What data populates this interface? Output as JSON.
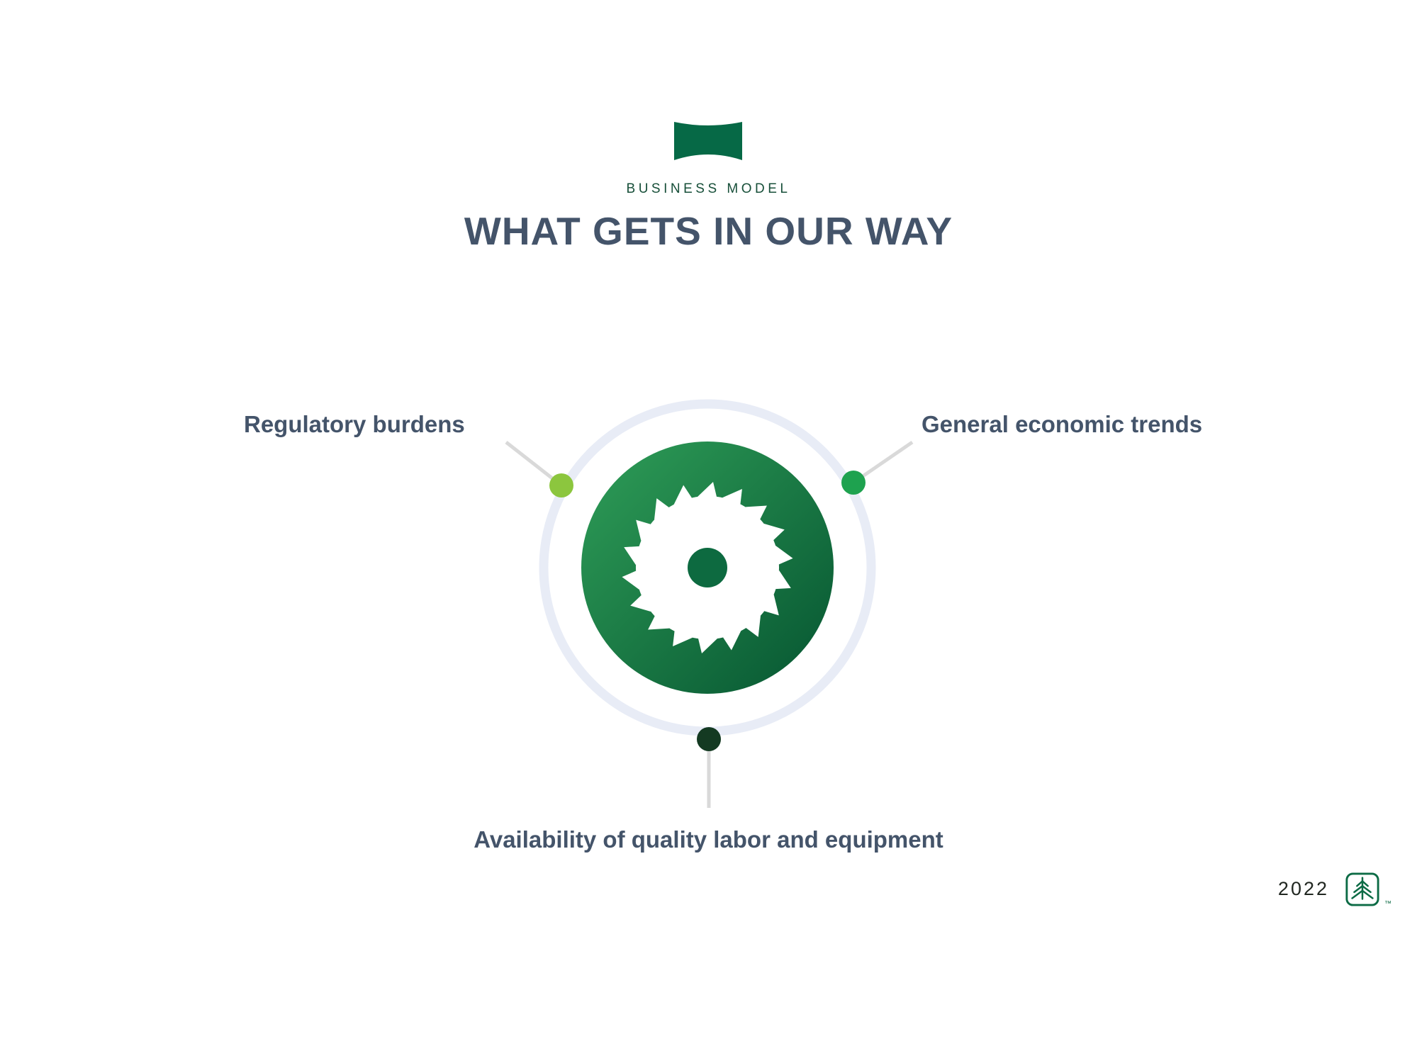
{
  "slide": {
    "kicker": "BUSINESS MODEL",
    "title": "WHAT GETS IN OUR WAY",
    "banner_icon": "ribbon-banner-icon",
    "diagram": {
      "center_icon": "saw-blade-icon",
      "items": [
        {
          "label": "Regulatory burdens",
          "dot_color": "#8cc63e",
          "position": "upper-left"
        },
        {
          "label": "General economic trends",
          "dot_color": "#1ea24f",
          "position": "upper-right"
        },
        {
          "label": "Availability of quality labor and equipment",
          "dot_color": "#143a22",
          "position": "bottom"
        }
      ]
    },
    "footer": {
      "year": "2022",
      "logo_icon": "tree-logo-icon",
      "trademark": "™"
    },
    "colors": {
      "banner_green": "#066946",
      "kicker_green": "#174f39",
      "title_slate": "#44546a",
      "label_slate": "#44546a",
      "ring": "#e8ecf6",
      "connector_gray": "#d9d9d9",
      "circle_gradient_start": "#2f9e58",
      "circle_gradient_end": "#0a5c35",
      "hub_green": "#0d6a40",
      "logo_green": "#0c6b45",
      "year_text": "#212721"
    }
  }
}
